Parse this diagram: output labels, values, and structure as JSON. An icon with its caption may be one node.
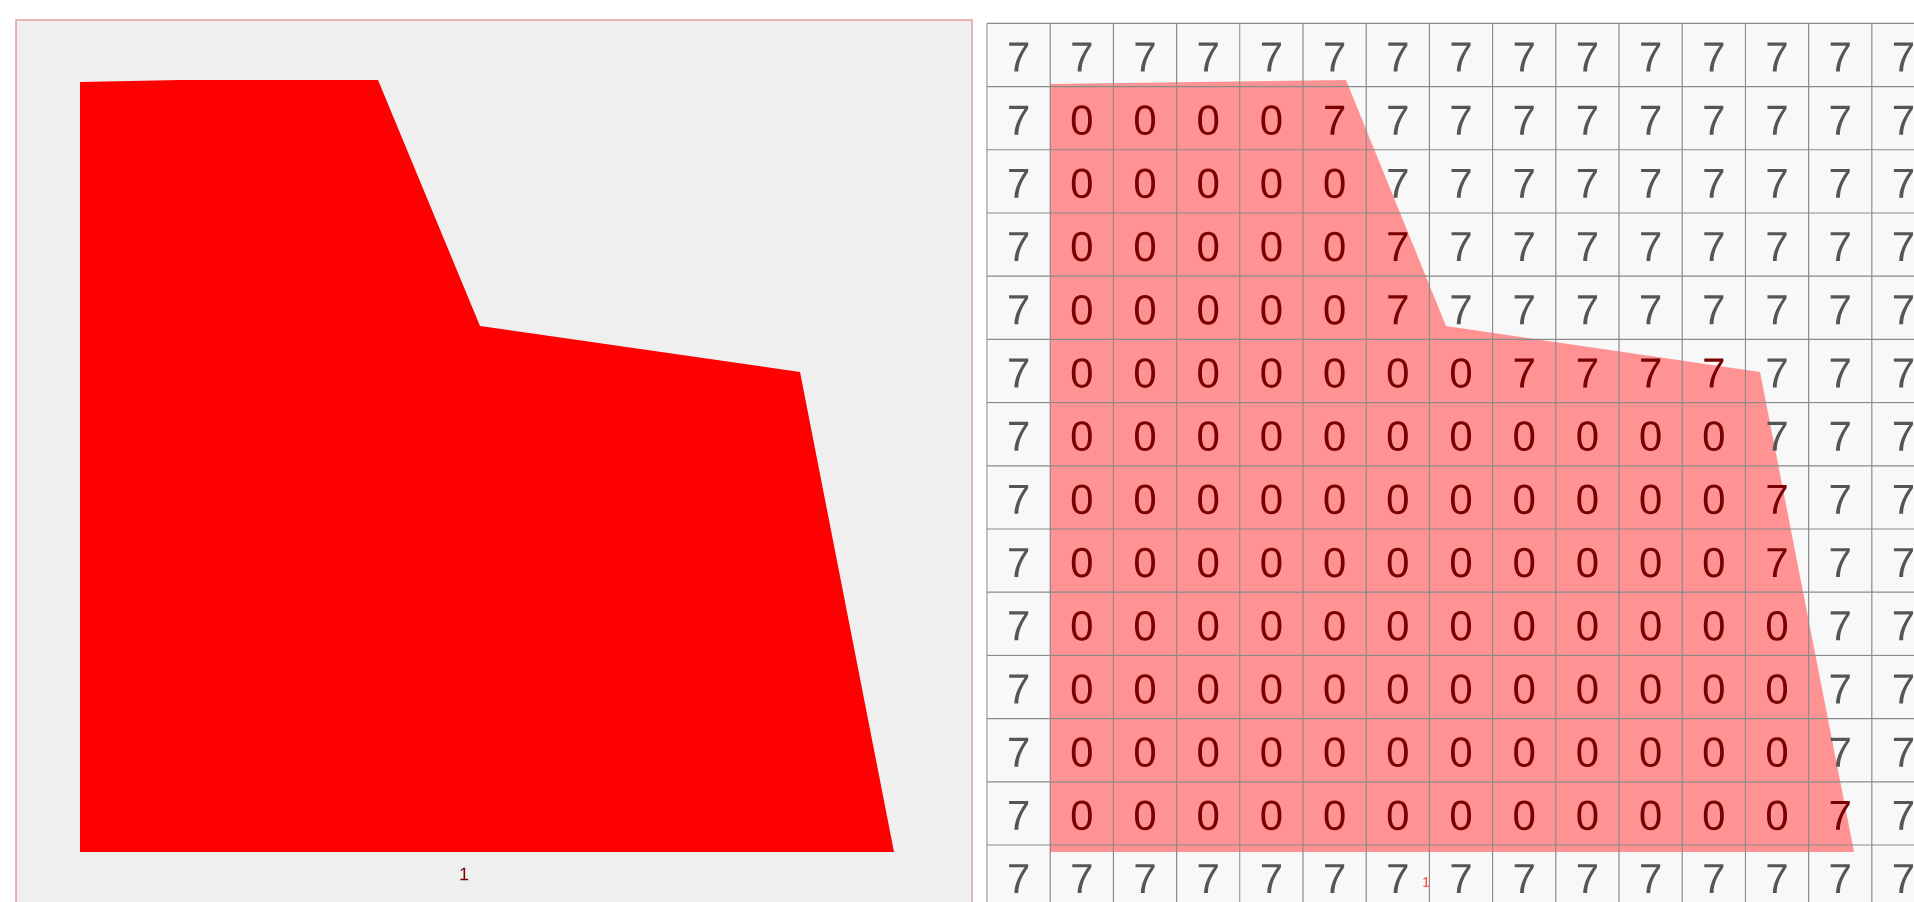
{
  "diagram": {
    "labels": [
      "1",
      "7",
      "7",
      "7",
      "7",
      "7",
      "7",
      "7",
      "7",
      "7",
      "7",
      "7",
      "7",
      "7",
      "7",
      "7",
      "7",
      "0",
      "0",
      "0",
      "0",
      "7",
      "7",
      "7",
      "7",
      "7",
      "7",
      "7",
      "7",
      "7",
      "7",
      "7",
      "0",
      "0",
      "0",
      "0",
      "0",
      "7",
      "7",
      "7",
      "7",
      "7",
      "7",
      "7",
      "7",
      "7",
      "7",
      "0",
      "0",
      "0",
      "0",
      "0",
      "7",
      "7",
      "7",
      "7",
      "7",
      "7",
      "7",
      "7",
      "7",
      "7",
      "0",
      "0",
      "0",
      "0",
      "0",
      "7",
      "7",
      "7",
      "7",
      "7",
      "7",
      "7",
      "7",
      "7",
      "7",
      "0",
      "0",
      "0",
      "0",
      "0",
      "0",
      "0",
      "7",
      "7",
      "7",
      "7",
      "7",
      "7",
      "7",
      "7",
      "0",
      "0",
      "0",
      "0",
      "0",
      "0",
      "0",
      "0",
      "0",
      "0",
      "0",
      "7",
      "7",
      "7",
      "7",
      "0",
      "0",
      "0",
      "0",
      "0",
      "0",
      "0",
      "0",
      "0",
      "0",
      "0",
      "7",
      "7",
      "7",
      "7",
      "0",
      "0",
      "0",
      "0",
      "0",
      "0",
      "0",
      "0",
      "0",
      "0",
      "0",
      "7",
      "7",
      "7",
      "7",
      "0",
      "0",
      "0",
      "0",
      "0",
      "0",
      "0",
      "0",
      "0",
      "0",
      "0",
      "0",
      "7",
      "7",
      "7",
      "0",
      "0",
      "0",
      "0",
      "0",
      "0",
      "0",
      "0",
      "0",
      "0",
      "0",
      "0",
      "7",
      "7",
      "7",
      "0",
      "0",
      "0",
      "0",
      "0",
      "0",
      "0",
      "0",
      "0",
      "0",
      "0",
      "0",
      "7",
      "7",
      "7",
      "0",
      "0",
      "0",
      "0",
      "0",
      "0",
      "0",
      "0",
      "0",
      "0",
      "0",
      "0",
      "7",
      "7",
      "7",
      "7",
      "7",
      "7",
      "7",
      "7",
      "7",
      "7",
      "7",
      "7",
      "7",
      "7",
      "7",
      "7",
      "7",
      "1"
    ]
  }
}
